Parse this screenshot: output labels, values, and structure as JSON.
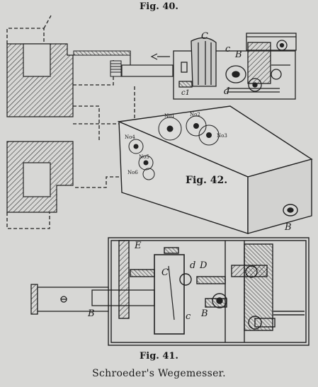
{
  "figures": {
    "top_label": "Fig. 40.",
    "middle_label": "Fig. 42.",
    "bottom_label": "Fig. 41.",
    "caption": "Schroeder's Wegemesser."
  },
  "letters": {
    "fig40": {
      "C": "C",
      "c": "c",
      "B": "B",
      "c1": "c1",
      "d": "d"
    },
    "fig42": {
      "B": "B",
      "dials": [
        "No1",
        "No2",
        "No3",
        "No4",
        "No5",
        "No6"
      ]
    },
    "fig41": {
      "E": "E",
      "C": "C",
      "d": "d",
      "D": "D",
      "B_left": "B",
      "B_right": "B",
      "c": "c"
    }
  }
}
